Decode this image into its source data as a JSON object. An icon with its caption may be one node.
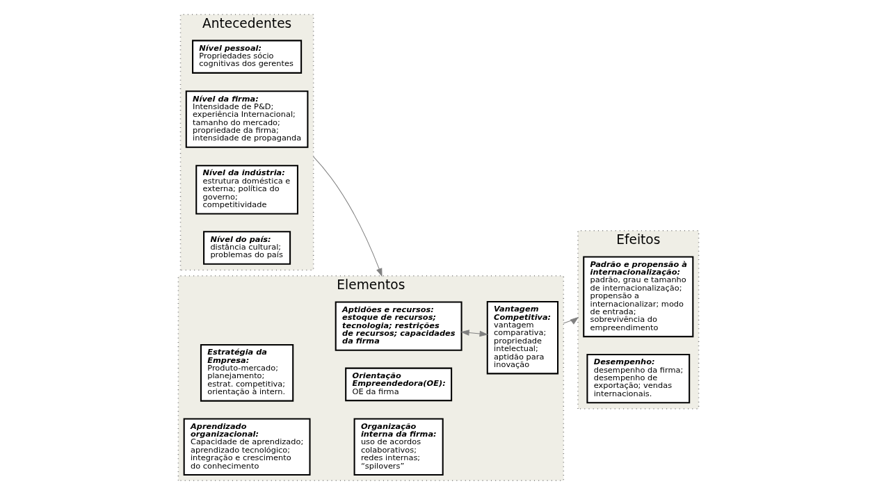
{
  "diagram": {
    "nodes": [
      {
        "text": [
          "Antecedentes"
        ]
      },
      {
        "text": [
          "Nível pessoal:",
          "Propriedades sócio cognitivas dos gerentes"
        ],
        "in": 0
      },
      {
        "text": [
          "Nível da firma:",
          "Intensidade de P&D; experiência Internacional; tamanho do mercado; propriedade da firma; intensidade de propaganda"
        ],
        "in": 0
      },
      {
        "text": [
          "Nível da indústria:",
          "estrutura doméstica e externa; política do governo; competitividade"
        ],
        "in": 0
      },
      {
        "text": [
          "Nível do país:",
          "distância cultural; problemas do país"
        ],
        "in": 0
      },
      {
        "text": [
          "Elementos"
        ]
      },
      {
        "text": [
          "Estratégia da Empresa:",
          "Produto-mercado; planejamento; estrat. competitiva; orientação à intern."
        ],
        "in": 5
      },
      {
        "text": [
          "Orientação Empreendedora(OE):",
          "OE da firma"
        ],
        "in": 5
      },
      {
        "text": [
          "Vantagem Competitiva:",
          "vantagem comparativa; propriedade intelectual; aptidão para inovação"
        ],
        "in": 5
      },
      {
        "text": [
          "Aptidões e recursos:",
          "estoque de recursos; tecnologia; restrições de recursos; capacidades da firma"
        ],
        "in": 5
      },
      {
        "text": [
          "Aprendizado organizacional:",
          "Capacidade de aprendizado; aprendizado tecnológico; integração e crescimento do conhecimento"
        ],
        "in": 5
      },
      {
        "text": [
          "Organização interna da firma:",
          "uso de acordos colaborativos; redes internas; “spilovers”"
        ],
        "in": 5
      },
      {
        "text": [
          "Efeitos"
        ]
      },
      {
        "text": [
          "Padrão e propensão à internacionalização:",
          "padrão, grau e tamanho de internacionalização; propensão a internacionalizar; modo de entrada; sobrevivência do empreendimento"
        ],
        "in": 12
      },
      {
        "text": [
          "Desempenho:",
          "desempenho da firma; desempenho de exportação; vendas internacionais."
        ],
        "in": 12
      }
    ],
    "edges": [
      {
        "from": 0,
        "to": 5,
        "arrow": "to"
      },
      {
        "from": 5,
        "to": 12,
        "arrow": "to"
      },
      {
        "from": 9,
        "to": 8,
        "arrow": "both"
      }
    ]
  }
}
